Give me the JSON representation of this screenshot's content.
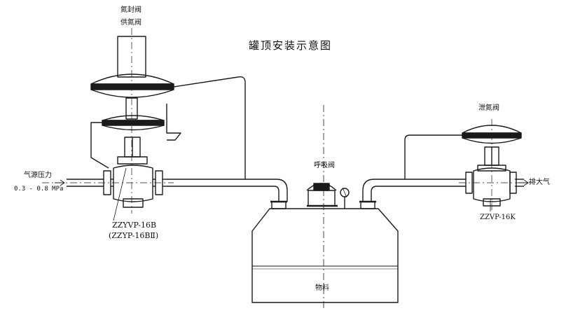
{
  "diagram": {
    "title": "罐顶安装示意图",
    "labels": {
      "nitrogen_seal_valve": "氮封阀",
      "nitrogen_supply_valve": "供氮阀",
      "breather_valve": "呼吸阀",
      "nitrogen_inlet_valve": "泄氮阀",
      "material": "物料",
      "gas_source_pressure": "气源压力",
      "gas_source_range": "0.3 - 0.8 MPa",
      "to_atmosphere": "排大气",
      "left_model_primary": "ZZYVP-16B",
      "left_model_alt": "(ZZYP-16BⅡ)",
      "right_model": "ZZVP-16K"
    },
    "colors": {
      "line": "#1a1a1a",
      "dash": "#222222",
      "background": "#ffffff"
    }
  }
}
